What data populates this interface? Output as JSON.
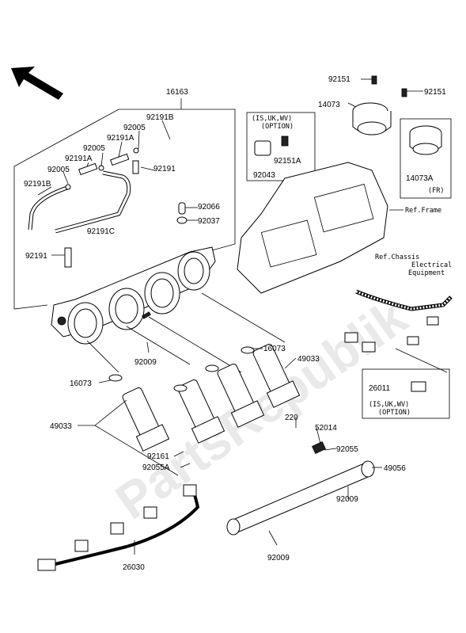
{
  "watermark": "PartsRepublik",
  "labels": {
    "p16163": "16163",
    "p92191B_top": "92191B",
    "p92005_a": "92005",
    "p92191A_a": "92191A",
    "p92005_b": "92005",
    "p92191A_b": "92191A",
    "p92005_c": "92005",
    "p92191B_left": "92191B",
    "p92191": "92191",
    "p92066": "92066",
    "p92037": "92037",
    "p92191C": "92191C",
    "p92191_left": "92191",
    "p92151_left": "92151",
    "p92151_right": "92151",
    "p14073": "14073",
    "p14073A": "14073A",
    "fr": "(FR)",
    "option_box_top_1": "(IS,UK,WV)",
    "option_box_top_2": "(OPTION)",
    "p92151A": "92151A",
    "p92043": "92043",
    "ref_frame": "Ref.Frame",
    "ref_chassis_1": "Ref.Chassis",
    "ref_chassis_2": "Electrical",
    "ref_chassis_3": "Equipment",
    "p92009_mid": "92009",
    "p16073_right": "16073",
    "p16073_left": "16073",
    "p49033_right": "49033",
    "p49033_left": "49033",
    "p220": "220",
    "p52014": "52014",
    "p26011": "26011",
    "option_box_bottom_1": "(IS,UK,WV)",
    "option_box_bottom_2": "(OPTION)",
    "p92161": "92161",
    "p92055A": "92055A",
    "p92055": "92055",
    "p49056": "49056",
    "p92009_right": "92009",
    "p92009_bottom": "92009",
    "p26030": "26030"
  }
}
